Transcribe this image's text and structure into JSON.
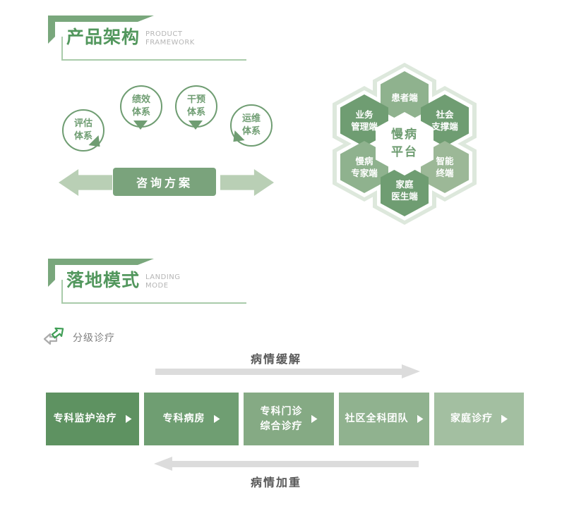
{
  "colors": {
    "flag_green": "#79a77c",
    "title_green": "#52975d",
    "line_green": "#6f9d72",
    "consult_green": "#7aa37c",
    "light_arrow_green": "#b9cfb5",
    "pale_hex": "#dde8dc",
    "gray_arrow": "#dcdcdc",
    "label_gray": "#595959"
  },
  "product_framework": {
    "title": "产品架构",
    "subtitle": [
      "PRODUCT",
      "FRAMEWORK"
    ],
    "circles": [
      {
        "label": [
          "评估",
          "体系"
        ]
      },
      {
        "label": [
          "绩效",
          "体系"
        ]
      },
      {
        "label": [
          "干预",
          "体系"
        ]
      },
      {
        "label": [
          "运维",
          "体系"
        ]
      }
    ],
    "consult_box_label": "咨询方案",
    "hex_cluster": {
      "center": {
        "label": [
          "慢病",
          "平台"
        ]
      },
      "cells": [
        {
          "name": "患者端",
          "label": [
            "患者端"
          ],
          "color": "#8fb28e"
        },
        {
          "name": "业务管理端",
          "label": [
            "业务",
            "管理端"
          ],
          "color": "#6f9d72"
        },
        {
          "name": "社会支撑端",
          "label": [
            "社会",
            "支撑端"
          ],
          "color": "#6f9d72"
        },
        {
          "name": "慢病专家端",
          "label": [
            "慢病",
            "专家端"
          ],
          "color": "#8fb28e"
        },
        {
          "name": "智能终端",
          "label": [
            "智能",
            "终端"
          ],
          "color": "#9cb897"
        },
        {
          "name": "家庭医生端",
          "label": [
            "家庭",
            "医生端"
          ],
          "color": "#6f9d72"
        }
      ]
    }
  },
  "landing_mode": {
    "title": "落地模式",
    "subtitle": [
      "LANDING",
      "MODE"
    ],
    "tag": "分级诊疗",
    "arrow_top_label": "病情缓解",
    "arrow_bottom_label": "病情加重",
    "stages": [
      {
        "label": [
          "专科监护治疗"
        ],
        "color": "#5e9261",
        "width": 132
      },
      {
        "label": [
          "专科病房"
        ],
        "color": "#6f9e72",
        "width": 134
      },
      {
        "label": [
          "专科门诊",
          "综合诊疗"
        ],
        "color": "#85aa84",
        "width": 128
      },
      {
        "label": [
          "社区全科团队"
        ],
        "color": "#90b28f",
        "width": 128
      },
      {
        "label": [
          "家庭诊疗"
        ],
        "color": "#a3bfa1",
        "width": 127
      }
    ]
  }
}
